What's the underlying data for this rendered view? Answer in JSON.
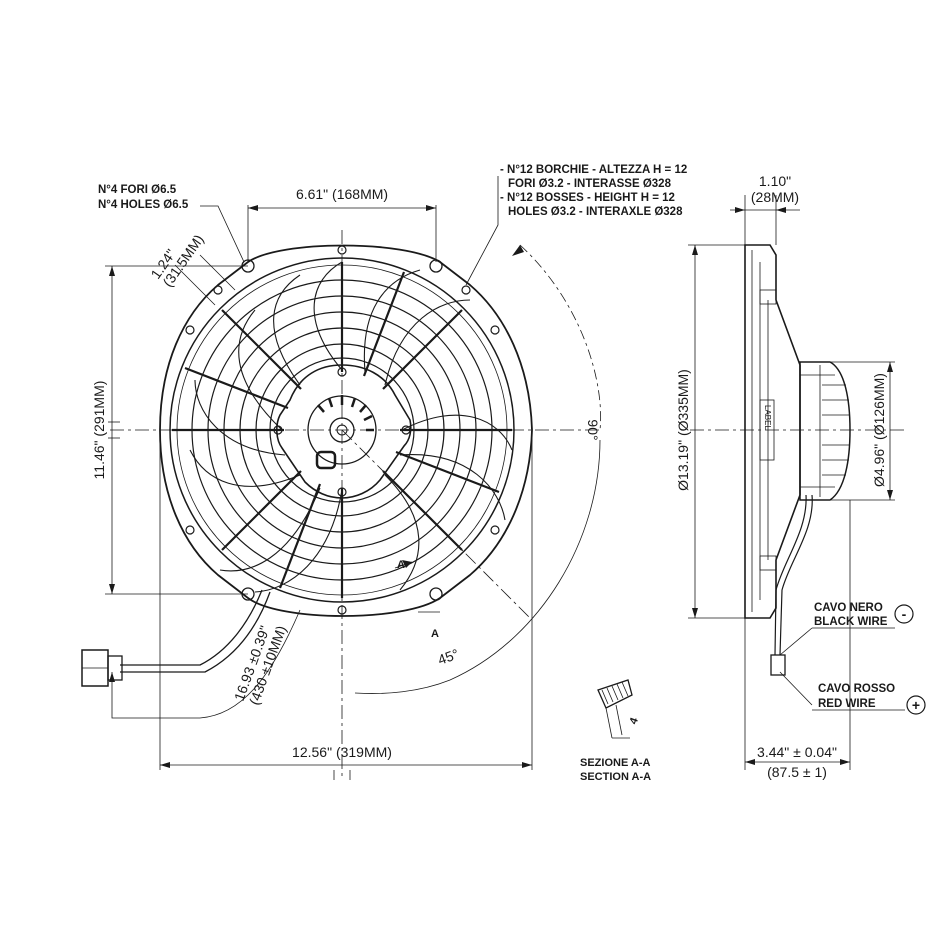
{
  "front_view": {
    "holes_note_it": "N°4 FORI Ø6.5",
    "holes_note_en": "N°4 HOLES Ø6.5",
    "bosses_note_it_1": "- N°12 BORCHIE - ALTEZZA H = 12",
    "bosses_note_it_2": "FORI Ø3.2 - INTERASSE Ø328",
    "bosses_note_en_1": "- N°12 BOSSES - HEIGHT H = 12",
    "bosses_note_en_2": "HOLES Ø3.2 - INTERAXLE Ø328",
    "hole_spacing": "6.61\" (168MM)",
    "offset_in": "1.24\"",
    "offset_mm": "(31.5MM)",
    "height": "11.46\" (291MM)",
    "width": "12.56\" (319MM)",
    "cable_in": "16.93 ±0.39\"",
    "cable_mm": "(430 ±10MM)",
    "angle_90": "90°",
    "angle_45": "45°",
    "section_mark_a": "A",
    "section_mark_a2": "A"
  },
  "section": {
    "label_it": "SEZIONE A-A",
    "label_en": "SECTION A-A",
    "dim": "4"
  },
  "side_view": {
    "depth_in": "1.10\"",
    "depth_mm": "(28MM)",
    "diameter": "Ø13.19\" (Ø335MM)",
    "motor_diameter": "Ø4.96\" (Ø126MM)",
    "total_depth_in": "3.44\" ± 0.04\"",
    "total_depth_mm": "(87.5 ± 1)",
    "black_wire_it": "CAVO NERO",
    "black_wire_en": "BLACK WIRE",
    "red_wire_it": "CAVO ROSSO",
    "red_wire_en": "RED WIRE",
    "minus_symbol": "-",
    "plus_symbol": "+"
  }
}
